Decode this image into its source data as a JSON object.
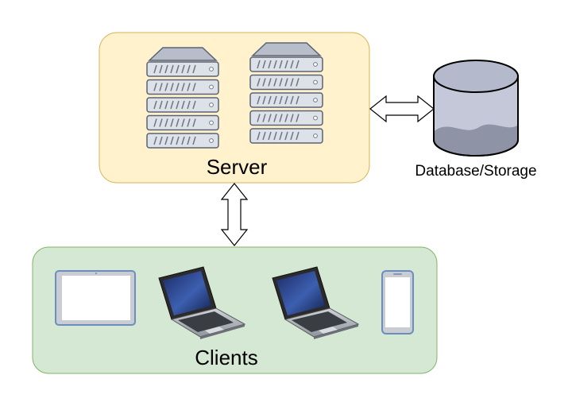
{
  "server": {
    "label": "Server",
    "fill": "#fff2cc",
    "stroke": "#d6b656"
  },
  "database": {
    "label": "Database/Storage",
    "fill": "#c4c8d8",
    "top_fill": "#b4b9cb",
    "shade_fill": "#8e93a6"
  },
  "clients": {
    "label": "Clients",
    "fill": "#d5e8d4",
    "stroke": "#82b366",
    "devices": [
      {
        "name": "tablet-icon"
      },
      {
        "name": "laptop-icon"
      },
      {
        "name": "laptop-icon"
      },
      {
        "name": "phone-icon"
      }
    ]
  },
  "connectors": [
    {
      "name": "server-database-arrow",
      "type": "bidirectional"
    },
    {
      "name": "server-clients-arrow",
      "type": "bidirectional"
    }
  ],
  "colors": {
    "device_frame": "#6c8ebf",
    "rack": "#dde1e8",
    "rack_stroke": "#5a6275"
  }
}
